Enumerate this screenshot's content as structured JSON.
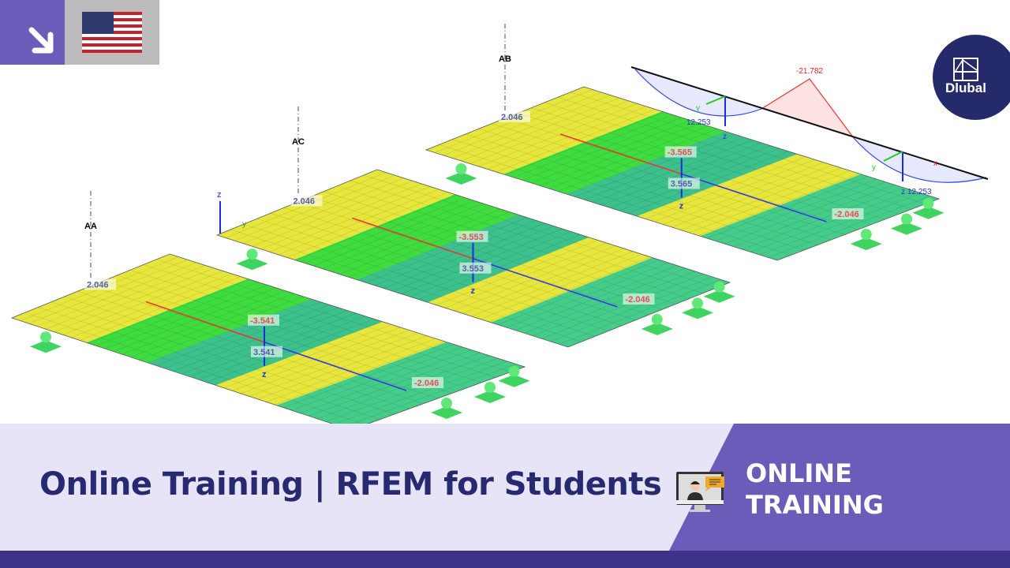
{
  "banner": {
    "title": "Online Training | RFEM for Students",
    "badge_line1": "ONLINE",
    "badge_line2": "TRAINING"
  },
  "logo": {
    "text": "Dlubal"
  },
  "icons": {
    "corner": "arrow-down-right-icon",
    "language": "us-flag-icon",
    "badge": "online-training-monitor-icon"
  },
  "colors": {
    "purple": "#6a5cb8",
    "navy": "#272a70",
    "lavender": "#e7e4f8",
    "bar": "#3d3388"
  },
  "model": {
    "plate_aa": {
      "label": "AA",
      "left": "2.046",
      "neg_mid": "-3.541",
      "pos_mid": "3.541",
      "right": "-2.046",
      "axis": "z"
    },
    "plate_ac": {
      "label": "AC",
      "left": "2.046",
      "neg_mid": "-3.553",
      "pos_mid": "3.553",
      "right": "-2.046",
      "axis": "z",
      "axis_top": "z",
      "axis_y": "y"
    },
    "plate_ab": {
      "label": "AB",
      "left": "2.046",
      "neg_mid": "-3.565",
      "pos_mid": "3.565",
      "right": "-2.046",
      "axis": "z"
    },
    "beam": {
      "peak": "-21.782",
      "left_span": "12.253",
      "right_span": "12.253",
      "axis_z1": "z",
      "axis_z2": "z",
      "axis_y1": "y",
      "axis_y2": "y",
      "axis_x": "x"
    }
  }
}
